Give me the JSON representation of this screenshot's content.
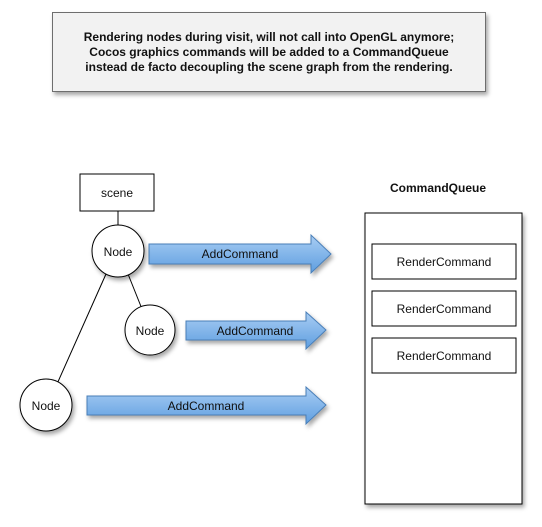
{
  "note": {
    "text": "Rendering nodes during visit, will not call into OpenGL anymore; Cocos graphics commands will be added to a CommandQueue instead de facto decoupling the scene graph from the rendering."
  },
  "scene": {
    "label": "scene"
  },
  "nodes": [
    {
      "label": "Node"
    },
    {
      "label": "Node"
    },
    {
      "label": "Node"
    }
  ],
  "arrows": [
    {
      "label": "AddCommand"
    },
    {
      "label": "AddCommand"
    },
    {
      "label": "AddCommand"
    }
  ],
  "queue": {
    "title": "CommandQueue",
    "commands": [
      "RenderCommand",
      "RenderCommand",
      "RenderCommand"
    ]
  }
}
